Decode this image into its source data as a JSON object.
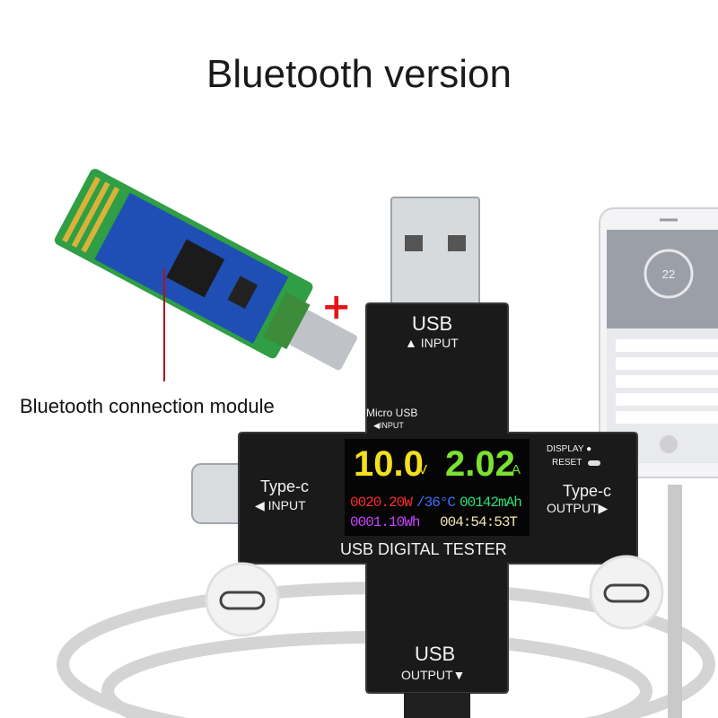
{
  "title": "Bluetooth version",
  "module_label": "Bluetooth connection module",
  "plus_sign": "+",
  "device": {
    "top_port": "USB",
    "top_port_sub": "▲ INPUT",
    "micro_usb": "Micro USB",
    "micro_usb_sub": "◀INPUT",
    "left_port": "Type-c",
    "left_port_sub": "◀ INPUT",
    "right_port": "Type-c",
    "right_port_sub": "OUTPUT▶",
    "display_label": "DISPLAY ●",
    "reset_label": "RESET",
    "bottom_port": "USB",
    "bottom_port_sub": "OUTPUT▼",
    "model": "USB DIGITAL TESTER",
    "screen": {
      "voltage": "10.0",
      "voltage_unit": "V",
      "current": "2.02",
      "current_unit": "A",
      "power": "0020.20W",
      "temp": "/36°C",
      "capacity": "00142mAh",
      "energy": "0001.10Wh",
      "time": "004:54:53T"
    }
  },
  "phone": {
    "gauge_value": "22"
  },
  "colors": {
    "voltage": "#f2e01c",
    "current": "#7be22f",
    "power": "#ff2a2a",
    "temp": "#3f6dff",
    "capacity": "#2ee07a",
    "energy": "#c744ff",
    "time": "#f4e6b0",
    "plus": "#e3151b"
  }
}
